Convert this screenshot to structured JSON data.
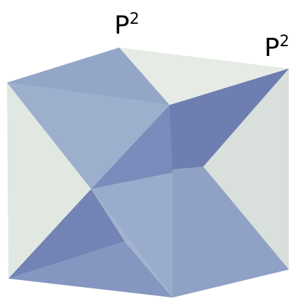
{
  "labels": [
    {
      "base": "P",
      "exponent": "2"
    },
    {
      "base": "P",
      "exponent": "2"
    }
  ],
  "colors": {
    "background": "#ffffff",
    "cube_faces": "#e3e9e3",
    "cube_faces_shade": "#d9e0da",
    "plane_light": "#9db0cc",
    "plane_mid": "#8e9fc4",
    "plane_dark": "#7584b5",
    "plane_darker": "#6a7aae"
  }
}
